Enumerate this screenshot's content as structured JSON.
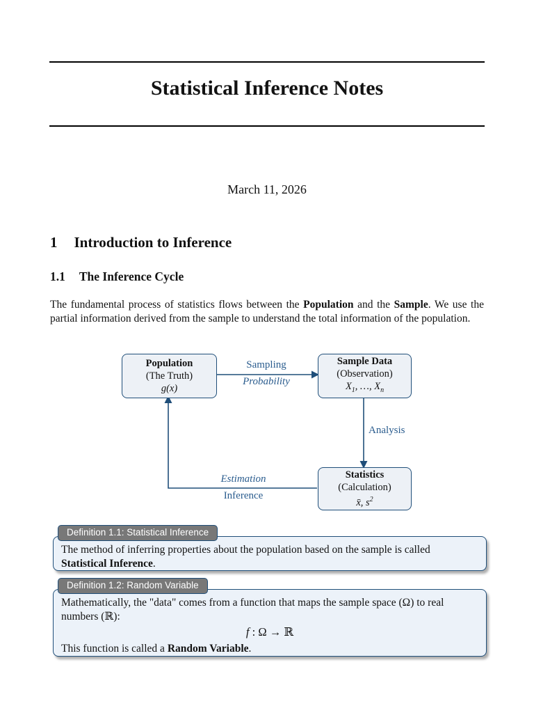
{
  "document": {
    "title": "Statistical Inference Notes",
    "date": "March 11, 2026"
  },
  "section": {
    "number": "1",
    "title": "Introduction to Inference"
  },
  "subsection": {
    "number": "1.1",
    "title": "The Inference Cycle"
  },
  "intro": {
    "seg1": "The fundamental process of statistics flows between the ",
    "bold1": "Population",
    "seg2": " and the ",
    "bold2": "Sample",
    "seg3": ". We use the partial information derived from the sample to understand the total information of the population."
  },
  "diagram": {
    "population": {
      "title": "Population",
      "subtitle": "(The Truth)",
      "math": "g(x)"
    },
    "sample": {
      "title": "Sample Data",
      "subtitle": "(Observation)",
      "math_x1": "X",
      "math_sub1": "1",
      "math_dots": ", …, ",
      "math_x2": "X",
      "math_subn": "n"
    },
    "statistics": {
      "title": "Statistics",
      "subtitle": "(Calculation)",
      "math_base": "x̄, s",
      "math_sup": "2"
    },
    "labels": {
      "sampling": "Sampling",
      "probability": "Probability",
      "analysis": "Analysis",
      "estimation": "Estimation",
      "inference": "Inference"
    },
    "colors": {
      "node_border": "#1f4e79",
      "node_fill": "#edf1f6",
      "label_text": "#2a5c8e"
    }
  },
  "definitions": [
    {
      "tab": "Definition 1.1: Statistical Inference",
      "seg1": "The method of inferring properties about the population based on the sample is called ",
      "bold": "Statistical Inference",
      "seg2": "."
    },
    {
      "tab": "Definition 1.2: Random Variable",
      "seg1": "Mathematically, the \"data\" comes from a function that maps the sample space (Ω) to real numbers (ℝ):",
      "formula_f": "f",
      "formula_mid": " : Ω → ",
      "formula_r": "ℝ",
      "seg2": "This function is called a ",
      "bold": "Random Variable",
      "seg3": "."
    }
  ],
  "colors": {
    "rule": "#000000",
    "tab_bg": "#787878",
    "tab_text": "#ffffff",
    "def_border": "#1f4e79",
    "def_fill": "#ecf2f9",
    "page_bg": "#ffffff"
  }
}
